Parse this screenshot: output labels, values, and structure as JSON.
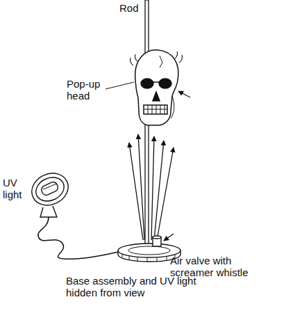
{
  "diagram": {
    "labels": [
      "Rod",
      "Pop-up head",
      "UV light",
      "Air valve with screamer whistle",
      "Base assembly and UV light hidden from view"
    ]
  }
}
